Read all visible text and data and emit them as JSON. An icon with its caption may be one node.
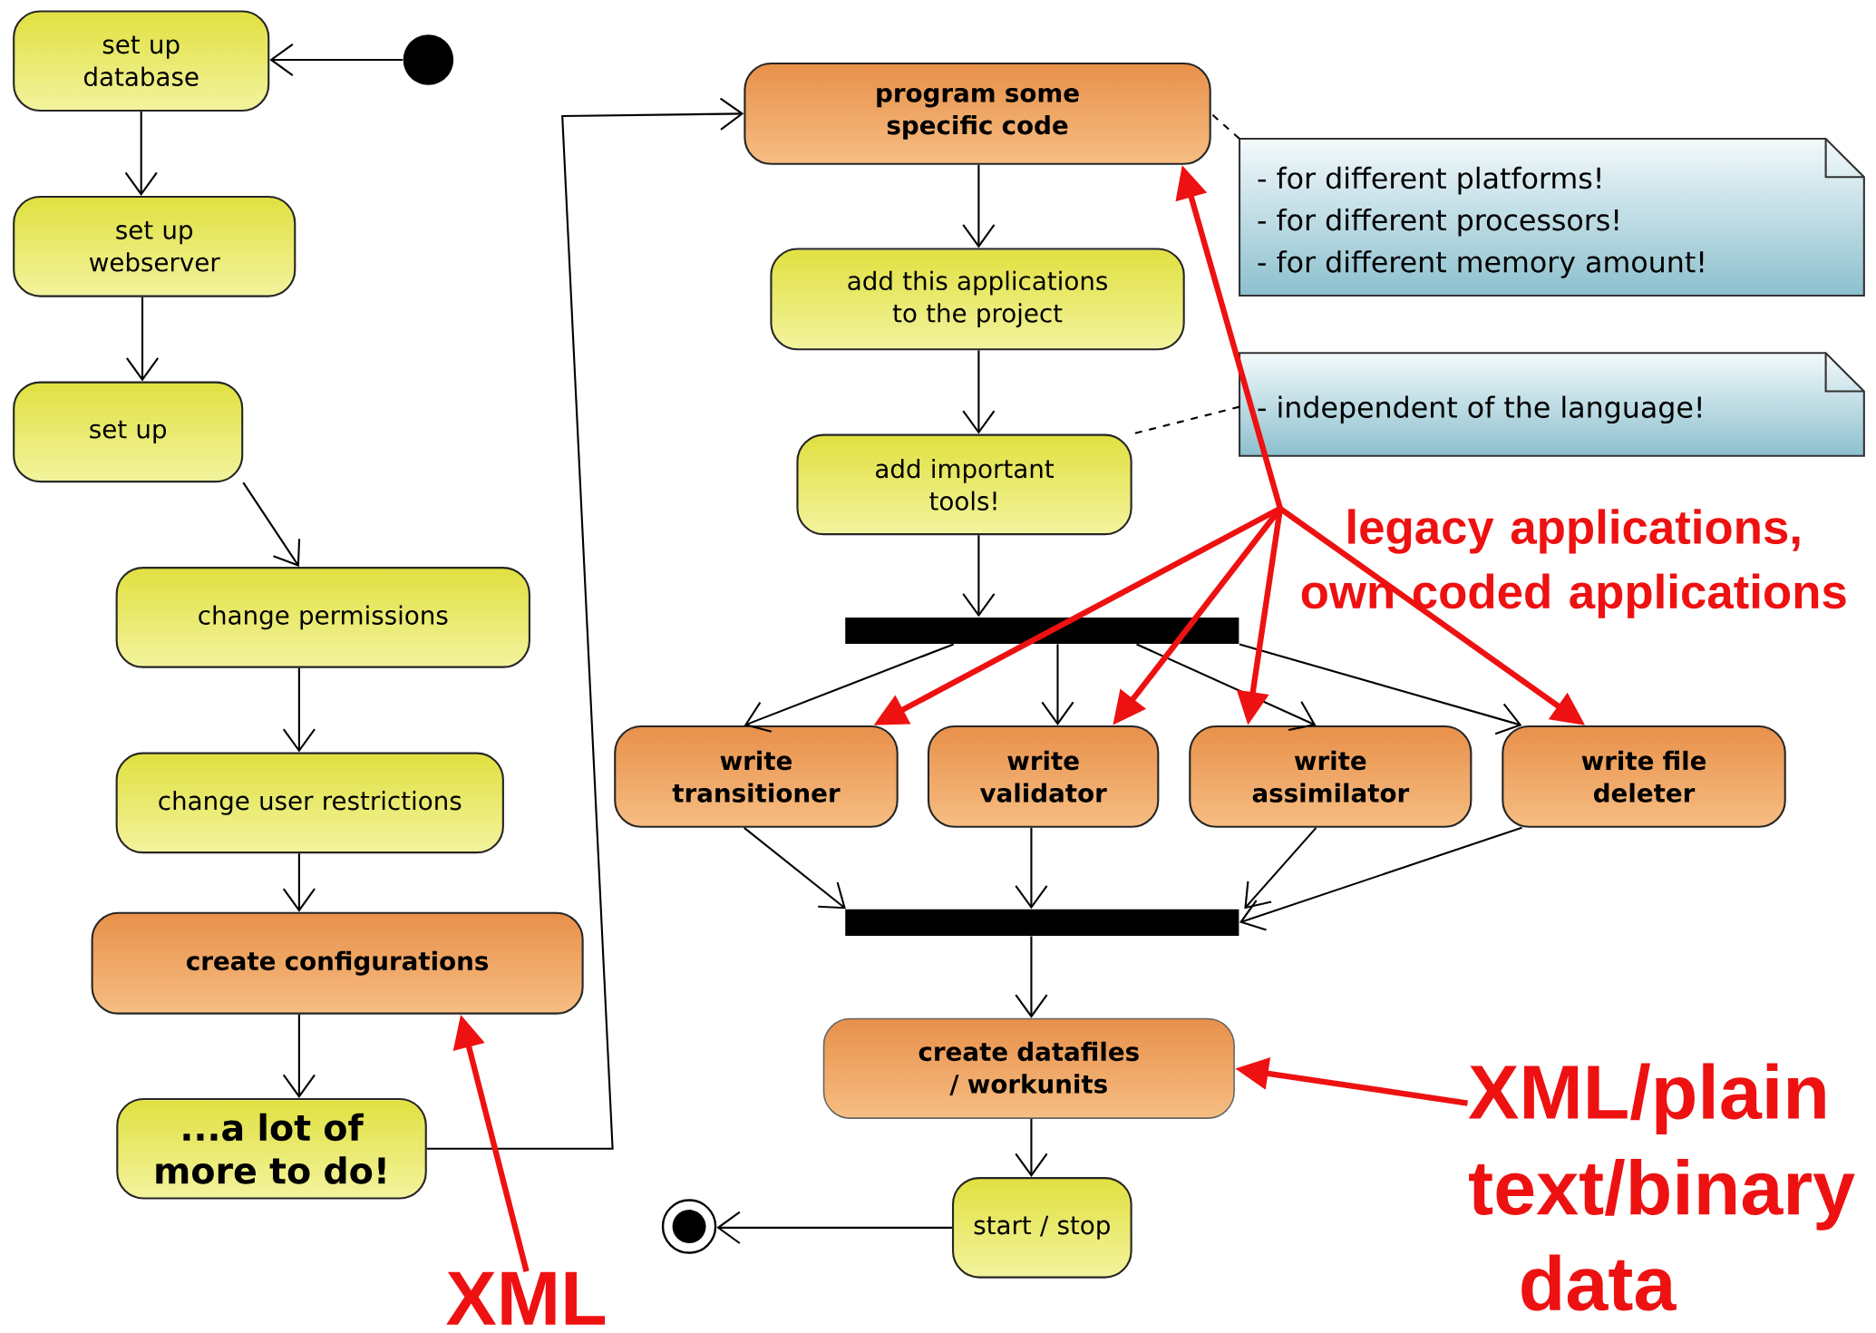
{
  "diagram": {
    "nodes": [
      {
        "text": [
          "set up database"
        ]
      },
      {
        "text": [],
        "shape": "circle"
      },
      {
        "text": [
          "set up webserver"
        ]
      },
      {
        "text": [
          "set up"
        ]
      },
      {
        "text": [
          "change permissions"
        ]
      },
      {
        "text": [
          "change user restrictions"
        ]
      },
      {
        "text": [
          "create configurations"
        ]
      },
      {
        "text": [
          "...a lot of more to do!"
        ]
      },
      {
        "text": [
          "program some specific code"
        ]
      },
      {
        "text": [
          "add this applications to the project"
        ]
      },
      {
        "text": [
          "add important tools!"
        ]
      },
      {
        "text": [],
        "shape": "bar"
      },
      {
        "text": [
          "write transitioner"
        ]
      },
      {
        "text": [
          "write validator"
        ]
      },
      {
        "text": [
          "write assimilator"
        ]
      },
      {
        "text": [
          "write file deleter"
        ]
      },
      {
        "text": [],
        "shape": "bar"
      },
      {
        "text": [
          "create datafiles / workunits"
        ]
      },
      {
        "text": [
          "start / stop"
        ]
      },
      {
        "text": [],
        "shape": "circle"
      },
      {
        "text": [
          "- for different platforms!",
          "- for different processors!",
          "- for different memory amount!"
        ]
      },
      {
        "text": [
          "- independent of the language!"
        ]
      },
      {
        "text": [
          "legacy applications, own coded applications"
        ]
      },
      {
        "text": [
          "XML"
        ]
      },
      {
        "text": [
          "XML/plain text/binary data"
        ]
      }
    ],
    "edges": [
      {
        "from": 1,
        "to": 0,
        "arrow": "to"
      },
      {
        "from": 0,
        "to": 2,
        "arrow": "to"
      },
      {
        "from": 2,
        "to": 3,
        "arrow": "to"
      },
      {
        "from": 3,
        "to": 4,
        "arrow": "to"
      },
      {
        "from": 4,
        "to": 5,
        "arrow": "to"
      },
      {
        "from": 5,
        "to": 6,
        "arrow": "to"
      },
      {
        "from": 6,
        "to": 7,
        "arrow": "to"
      },
      {
        "from": 7,
        "to": 8,
        "arrow": "to"
      },
      {
        "from": 8,
        "to": 9,
        "arrow": "to"
      },
      {
        "from": 9,
        "to": 10,
        "arrow": "to"
      },
      {
        "from": 10,
        "to": 11,
        "arrow": "to"
      },
      {
        "from": 11,
        "to": 12,
        "arrow": "to"
      },
      {
        "from": 11,
        "to": 13,
        "arrow": "to"
      },
      {
        "from": 11,
        "to": 14,
        "arrow": "to"
      },
      {
        "from": 11,
        "to": 15,
        "arrow": "to"
      },
      {
        "from": 12,
        "to": 16,
        "arrow": "to"
      },
      {
        "from": 13,
        "to": 16,
        "arrow": "to"
      },
      {
        "from": 14,
        "to": 16,
        "arrow": "to"
      },
      {
        "from": 15,
        "to": 16,
        "arrow": "to"
      },
      {
        "from": 16,
        "to": 17,
        "arrow": "to"
      },
      {
        "from": 17,
        "to": 18,
        "arrow": "to"
      },
      {
        "from": 18,
        "to": 19,
        "arrow": "to"
      },
      {
        "from": 20,
        "to": 8,
        "arrow": "none",
        "style": "dashed"
      },
      {
        "from": 21,
        "to": 10,
        "arrow": "none",
        "style": "dashed"
      },
      {
        "from": 22,
        "to": 8,
        "arrow": "to",
        "style": "thick",
        "color": "#ee1111"
      },
      {
        "from": 22,
        "to": 12,
        "arrow": "to",
        "style": "thick",
        "color": "#ee1111"
      },
      {
        "from": 22,
        "to": 13,
        "arrow": "to",
        "style": "thick",
        "color": "#ee1111"
      },
      {
        "from": 22,
        "to": 14,
        "arrow": "to",
        "style": "thick",
        "color": "#ee1111"
      },
      {
        "from": 22,
        "to": 15,
        "arrow": "to",
        "style": "thick",
        "color": "#ee1111"
      },
      {
        "from": 23,
        "to": 6,
        "arrow": "to",
        "style": "thick",
        "color": "#ee1111"
      },
      {
        "from": 24,
        "to": 17,
        "arrow": "to",
        "style": "thick",
        "color": "#ee1111"
      }
    ]
  }
}
